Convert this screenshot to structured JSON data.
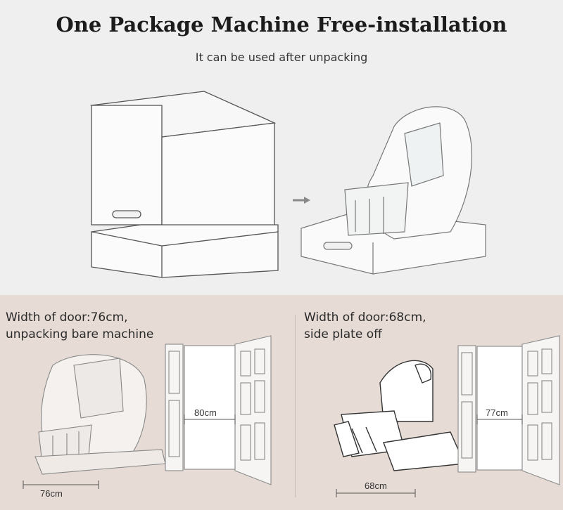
{
  "header": {
    "title": "One Package Machine Free-installation",
    "subtitle": "It can be used after unpacking"
  },
  "left_panel": {
    "caption_line1": "Width of door:76cm,",
    "caption_line2": "unpacking bare machine",
    "door_width_label": "80cm",
    "machine_width_label": "76cm"
  },
  "right_panel": {
    "caption_line1": "Width of door:68cm,",
    "caption_line2": "side plate off",
    "door_width_label": "77cm",
    "machine_width_label": "68cm"
  },
  "colors": {
    "top_background": "#efefef",
    "bottom_background": "#e6dcd5",
    "line": "#555555"
  }
}
